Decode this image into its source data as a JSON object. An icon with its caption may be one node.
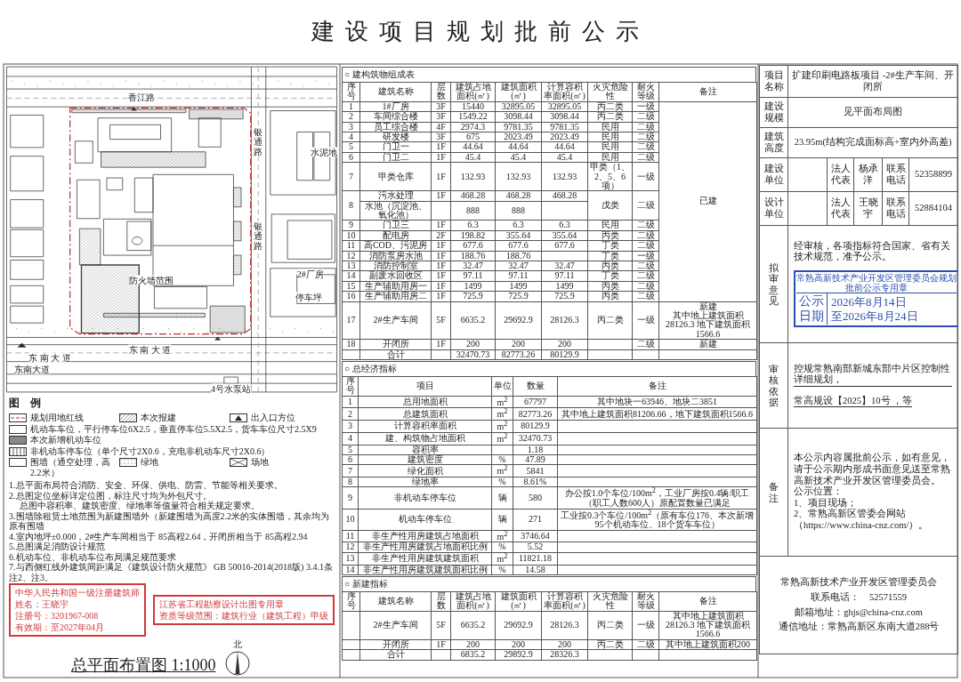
{
  "diagram": {
    "title": "建设项目规划批前公示",
    "caption": "总平面布置图 1:1000",
    "labels": [
      "项目名称",
      "扩建印刷电路板项目 -2#生产车间、开闭所",
      "建设规模",
      "见平面布局图",
      "建筑高度",
      "23.95m(结构完成面标高+室内外高差)",
      "建设单位",
      "法人代表",
      "杨承洋",
      "联系电话",
      "52358899",
      "设计单位",
      "法人代表",
      "王晓宇",
      "联系电话",
      "52884104",
      "拟审意见",
      "经审核，各项指标符合国家、省有关技术规范，准予公示。",
      "常熟高新技术产业开发区管理委员会规划批前公示专用章",
      "公示日期",
      "2026年8月14日",
      "至2026年8月24日",
      "审核依据",
      "控规常熟南部新城东部中片区控制性详细规划，",
      "常高规设【2025】10号 ，等",
      "备注",
      "本公示内容属批前公示，如有意见，请于公示期内形成书面意见送至常熟高新技术产业开发区管理委员会。",
      "公示位置：",
      "1、项目现场；",
      "2、常熟高新区管委会网站（https://www.china-cnz.com/）。",
      "常熟高新技术产业开发区管理委员会",
      "联系电话：　52571559",
      "邮箱地址：ghjs@china-cnz.com",
      "通信地址：常熟高新区东南大道288号",
      "○ 建构筑物组成表",
      "序号",
      "建筑名称",
      "层数",
      "建筑占地面积(㎡)",
      "建筑面积(㎡)",
      "计算容积率面积(㎡)",
      "火灾危险性",
      "耐火等级",
      "备注",
      "1",
      "1#厂房",
      "3F",
      "15440",
      "32895.05",
      "32895.05",
      "丙二类",
      "一级",
      "已建",
      "2",
      "车间综合楼",
      "3F",
      "1549.22",
      "3098.44",
      "3098.44",
      "丙二类",
      "二级",
      "3",
      "员工综合楼",
      "4F",
      "2974.3",
      "9781.35",
      "9781.35",
      "民用",
      "二级",
      "4",
      "研发楼",
      "3F",
      "675",
      "2023.49",
      "2023.49",
      "民用",
      "二级",
      "5",
      "门卫一",
      "1F",
      "44.64",
      "44.64",
      "44.64",
      "民用",
      "二级",
      "6",
      "门卫二",
      "1F",
      "45.4",
      "45.4",
      "45.4",
      "民用",
      "二级",
      "7",
      "甲类仓库",
      "1F",
      "132.93",
      "132.93",
      "132.93",
      "甲类（1、2、5、6项）",
      "一级",
      "8",
      "污水处理",
      "1F",
      "468.28",
      "468.28",
      "468.28",
      "戊类",
      "二级",
      "水池（沉淀池、氧化池）",
      "888",
      "888",
      "9",
      "门卫三",
      "1F",
      "6.3",
      "6.3",
      "6.3",
      "民用",
      "二级",
      "10",
      "配电房",
      "2F",
      "198.82",
      "355.64",
      "355.64",
      "丙类",
      "二级",
      "11",
      "高COD、污泥房",
      "1F",
      "677.6",
      "677.6",
      "677.6",
      "丁类",
      "二级",
      "12",
      "消防泵房水池",
      "1F",
      "188.76",
      "188.76",
      "丁类",
      "一级",
      "13",
      "消防控制室",
      "1F",
      "32.47",
      "32.47",
      "32.47",
      "丙类",
      "二级",
      "14",
      "副废水回收区",
      "1F",
      "97.11",
      "97.11",
      "97.11",
      "丁类",
      "二级",
      "15",
      "生产辅助用房一",
      "1F",
      "1499",
      "1499",
      "1499",
      "丙类",
      "二级",
      "16",
      "生产辅助用房二",
      "1F",
      "725.9",
      "725.9",
      "725.9",
      "丙类",
      "二级",
      "17",
      "2#生产车间",
      "5F",
      "6635.2",
      "29692.9",
      "28126.3",
      "丙二类",
      "一级",
      "新建",
      "其中地上建筑面积28126.3 地下建筑面积1566.6",
      "18",
      "开闭所",
      "1F",
      "200",
      "200",
      "200",
      "二级",
      "新建",
      "合计",
      "32470.73",
      "82773.26",
      "80129.9",
      "○ 总经济指标",
      "序号",
      "项目",
      "单位",
      "数量",
      "备注",
      "1",
      "总用地面积",
      "m$^{2}$",
      "67797",
      "其中地块一63946、地块二3851",
      "2",
      "总建筑面积",
      "m$^{2}$",
      "82773.26",
      "其中地上建筑面积81206.66，地下建筑面积1566.6",
      "3",
      "计算容积率面积",
      "m$^{2}$",
      "80129.9",
      "4",
      "建、构筑物占地面积",
      "m$^{2}$",
      "32470.73",
      "5",
      "容积率",
      "1.18",
      "6",
      "建筑密度",
      "%",
      "47.89",
      "7",
      "绿化面积",
      "m$^{2}$",
      "5841",
      "8",
      "绿地率",
      "%",
      "8.61%",
      "9",
      "非机动车停车位",
      "辆",
      "580",
      "办公按1.0个车位/100m$^{2}$，工业厂房按0.4辆/职工（职工人数600人）原配置数量已满足",
      "10",
      "机动车停车位",
      "辆",
      "271",
      "工业按0.3个车位/100m$^{2}$（原有车位176、本次新增95个机动车位、18个货车车位）",
      "11",
      "非生产性用房建筑占地面积",
      "m$^{2}$",
      "3746.64",
      "12",
      "非生产性用房建筑占地面积比例",
      "%",
      "5.52",
      "13",
      "非生产性用房建筑建筑面积",
      "m$^{2}$",
      "11821.18",
      "14",
      "非生产性用房建筑建筑面积比例",
      "%",
      "14.58",
      "○ 新建指标",
      "序号",
      "建筑名称",
      "层数",
      "建筑占地面积(㎡)",
      "建筑面积(㎡)",
      "计算容积率面积(㎡)",
      "火灾危险性",
      "耐火等级",
      "备注",
      "2#生产车间",
      "5F",
      "6635.2",
      "29692.9",
      "28126.3",
      "丙二类",
      "一级",
      "其中地上建筑面积28126.3 地下建筑面积1566.6",
      "开闭所",
      "1F",
      "200",
      "200",
      "200",
      "丙二类",
      "二级",
      "其中地上建筑面积200",
      "合计",
      "6835.2",
      "29892.9",
      "28326.3",
      "中华人民共和国一级注册建筑师",
      "姓名：王晓宇",
      "注册号：3201967-008",
      "有效期：至2027年04月",
      "江苏省工程勘察设计出图专用章",
      "资质等级范围：建筑行业（建筑工程）甲级",
      "香江路",
      "银通路",
      "水泥地",
      "银通路",
      "2#厂房",
      "防火墙范围",
      "停车坪",
      "东 南 大 道",
      "东 南 大 道",
      "东南大道",
      "4号水泵站",
      "图　例",
      "1.总平面布局符合消防、安全、环保、供电、防雷、节能等相关要求。",
      "2.总图定位坐标详定位图，标注尺寸均为外包尺寸。",
      "总图中容积率、建筑密度、绿地率等值量符合相关规定要求。",
      "3.围墙除租赁土地范围为新建围墙外（新建围墙为高度2.2米的实体围墙，其余均为原有围墙",
      "4.室内地坪±0.000，2#生产车间相当于 85高程2.64，开闭所相当于 85高程2.94",
      "5.总图满足消防设计规范",
      "6.机动车位、非机动车位布局满足规范要求",
      "7.与西侧红线外建筑间距满足《建筑设计防火规范》 GB 50016-2014(2018版) 3.4.1条注2、注3。",
      "北"
    ],
    "legend": [
      {
        "text": "规划用地红线"
      },
      {
        "text": "本次报建"
      },
      {
        "text": "出入口方位"
      },
      {
        "text": "机动车车位，平行停车位6X2.5，垂直停车位5.5X2.5，货车车位尺寸2.5X9"
      },
      {
        "text": "本次新增机动车位"
      },
      {
        "text": "非机动车停车位（单个尺寸2X0.6，充电非机动车尺寸2X0.6）"
      },
      {
        "text": "围墙（通空处理，高2.2米）"
      },
      {
        "text": "绿地"
      },
      {
        "text": "场地"
      }
    ]
  }
}
